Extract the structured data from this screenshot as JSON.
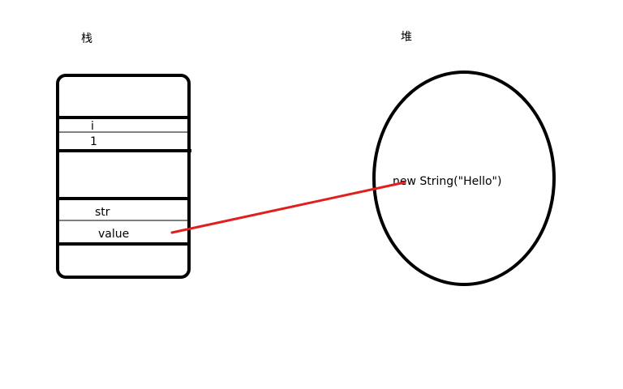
{
  "stack": {
    "title": "栈",
    "var_i_name": "i",
    "var_i_value": "1",
    "var_str_name": "str",
    "var_str_value": "value"
  },
  "heap": {
    "title": "堆",
    "object_label": "new String(\"Hello\")"
  },
  "colors": {
    "outline": "#000000",
    "reference_arrow": "#e02020",
    "background": "#ffffff"
  }
}
